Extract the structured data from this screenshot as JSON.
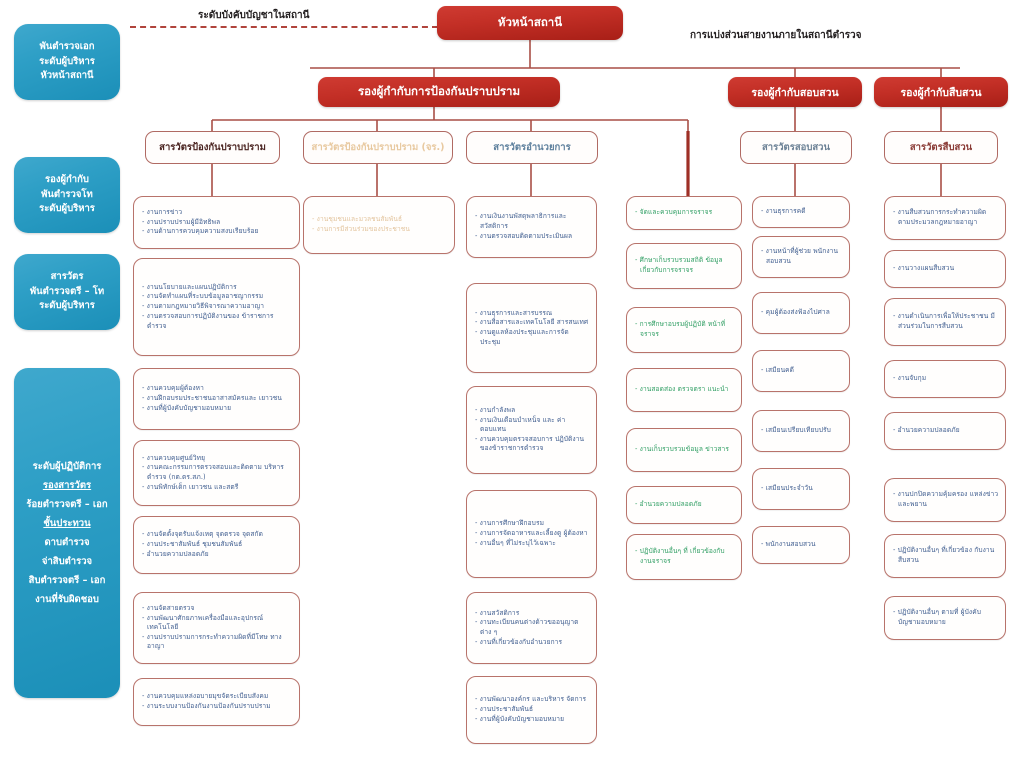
{
  "captions": {
    "left": "ระดับบังคับบัญชาในสถานี",
    "right": "การแบ่งส่วนสายงานภายในสถานีตำรวจ"
  },
  "rail": [
    {
      "name": "rank-station-chief",
      "lines": [
        "พันตำรวจเอก",
        "ระดับผู้บริหาร",
        "หัวหน้าสถานี"
      ]
    },
    {
      "name": "rank-deputy-superintendent",
      "lines": [
        "รองผู้กำกับ",
        "พันตำรวจโท",
        "ระดับผู้บริหาร"
      ]
    },
    {
      "name": "rank-inspector",
      "lines": [
        "สารวัตร",
        "พันตำรวจตรี – โท",
        "ระดับผู้บริหาร"
      ]
    },
    {
      "name": "rank-operations-level",
      "lines": [
        "ระดับผู้ปฏิบัติการ",
        "รองสารวัตร",
        "ร้อยตำรวจตรี – เอก",
        "ชั้นประทวน",
        "ดาบตำรวจ",
        "จ่าสิบตำรวจ",
        "สิบตำรวจตรี – เอก",
        "งานที่รับผิดชอบ"
      ],
      "underline": [
        1,
        3
      ]
    }
  ],
  "top": {
    "station_chief": "หัวหน้าสถานี",
    "deputy_prevention": "รองผู้กำกับการป้องกันปราบปราม",
    "deputy_inquiry": "รองผู้กำกับสอบสวน",
    "deputy_investigation": "รองผู้กำกับสืบสวน"
  },
  "sections": [
    {
      "name": "section-prevention",
      "label": "สารวัตรป้องกันปราบปราม",
      "color": "dark"
    },
    {
      "name": "section-prevention-alt",
      "label": "สารวัตรป้องกันปราบปราม (จร.)",
      "color": "tan"
    },
    {
      "name": "section-administration",
      "label": "สารวัตรอำนวยการ",
      "color": "blue"
    },
    {
      "name": "section-inquiry",
      "label": "สารวัตรสอบสวน",
      "color": "steel"
    },
    {
      "name": "section-investigation",
      "label": "สารวัตรสืบสวน",
      "color": "maroon"
    }
  ],
  "columns": {
    "prevention": [
      {
        "tone": "navy",
        "items": [
          "- งานการข่าว",
          "- งานปราบปรามผู้มีอิทธิพล",
          "- งานด้านการควบคุมความสงบเรียบร้อย"
        ]
      },
      {
        "tone": "navy",
        "items": [
          "- งานนโยบายและแผนปฏิบัติการ",
          "- งานจัดทำแผนที่ระบบข้อมูลอาชญากรรม",
          "- งานตามกฎหมายวิธีพิจารณาความอาญา",
          "- งานตรวจสอบการปฏิบัติงานของ ข้าราชการตำรวจ"
        ]
      },
      {
        "tone": "navy",
        "items": [
          "- งานควบคุมผู้ต้องหา",
          "- งานฝึกอบรมประชาชนอาสาสมัครและ เยาวชน",
          "- งานที่ผู้บังคับบัญชามอบหมาย"
        ]
      },
      {
        "tone": "navy",
        "items": [
          "- งานควบคุมศูนย์วิทยุ",
          "- งานคณะกรรมการตรวจสอบและติดตาม บริหารตำรวจ (กต.ตร.สภ.)",
          "- งานพิทักษ์เด็ก เยาวชน และสตรี"
        ]
      },
      {
        "tone": "navy",
        "items": [
          "- งานจัดตั้งจุดรับแจ้งเหตุ จุดตรวจ จุดสกัด",
          "- งานประชาสัมพันธ์ ชุมชนสัมพันธ์",
          "- อำนวยความปลอดภัย"
        ]
      },
      {
        "tone": "navy",
        "items": [
          "- งานจัดสายตรวจ",
          "- งานพัฒนาศักยภาพเครื่องมือและอุปกรณ์ เทคโนโลยี",
          "- งานปราบปรามการกระทำความผิดที่มีโทษ ทางอาญา"
        ]
      },
      {
        "tone": "navy",
        "items": [
          "- งานควบคุมแหล่งอบายมุขจัดระเบียบสังคม",
          "- งานระบบงานป้องกันงานป้องกันปราบปราม"
        ]
      }
    ],
    "prevention_alt": [
      {
        "tone": "tan",
        "items": [
          "- งานชุมชนและมวลชนสัมพันธ์",
          "- งานการมีส่วนร่วมของประชาชน"
        ]
      }
    ],
    "administration": [
      {
        "tone": "navy",
        "items": [
          "- งานเงินงานพัสดุพลาธิการและ สวัสดิการ",
          "- งานตรวจสอบติดตามประเมินผล"
        ]
      },
      {
        "tone": "navy",
        "items": [
          "- งานธุรการและสารบรรณ",
          "- งานสื่อสารและเทคโนโลยี สารสนเทศ",
          "- งานดูแลห้องประชุมและการจัด ประชุม"
        ]
      },
      {
        "tone": "navy",
        "items": [
          "- งานกำลังพล",
          "- งานเงินเดือนบำเหน็จ และ ค่าตอบแทน",
          "- งานควบคุมตรวจสอบการ ปฏิบัติงานของข้าราชการตำรวจ"
        ]
      },
      {
        "tone": "navy",
        "items": [
          "- งานการศึกษาฝึกอบรม",
          "- งานการจัดอาหารและเลี้ยงดู ผู้ต้องหา",
          "- งานอื่นๆ ที่ไม่ระบุไว้เฉพาะ"
        ]
      },
      {
        "tone": "navy",
        "items": [
          "- งานสวัสดิการ",
          "- งานทะเบียนคนต่างด้าวขออนุญาต ต่าง ๆ",
          "- งานที่เกี่ยวข้องกับอำนวยการ"
        ]
      },
      {
        "tone": "navy",
        "items": [
          "- งานพัฒนาองค์กร และบริหาร จัดการ",
          "- งานประชาสัมพันธ์",
          "- งานที่ผู้บังคับบัญชามอบหมาย"
        ]
      }
    ],
    "traffic": [
      {
        "tone": "green",
        "items": [
          "- จัดและควบคุมการจราจร"
        ]
      },
      {
        "tone": "green",
        "items": [
          "- ศึกษาเก็บรวบรวมสถิติ ข้อมูลเกี่ยวกับการจราจร"
        ]
      },
      {
        "tone": "green",
        "items": [
          "- การศึกษาอบรมผู้ปฏิบัติ หน้าที่จราจร"
        ]
      },
      {
        "tone": "green",
        "items": [
          "- งานสอดส่อง ตรวจตรา แนะนำ"
        ]
      },
      {
        "tone": "green",
        "items": [
          "- งานเก็บรวบรวมข้อมูล ข่าวสาร"
        ]
      },
      {
        "tone": "green",
        "items": [
          "- อำนวยความปลอดภัย"
        ]
      },
      {
        "tone": "green",
        "items": [
          "- ปฏิบัติงานอื่นๆ ที่ เกี่ยวข้องกับงานจราจร"
        ]
      }
    ],
    "inquiry": [
      {
        "tone": "navy",
        "items": [
          "- งานธุรการคดี"
        ]
      },
      {
        "tone": "navy",
        "items": [
          "- งานหน้าที่ผู้ช่วย พนักงานสอบสวน"
        ]
      },
      {
        "tone": "navy",
        "items": [
          "- คุมผู้ต้องส่งฟ้องไปศาล"
        ]
      },
      {
        "tone": "navy",
        "items": [
          "- เสมียนคดี"
        ]
      },
      {
        "tone": "navy",
        "items": [
          "- เสมียนเปรียบเทียบปรับ"
        ]
      },
      {
        "tone": "navy",
        "items": [
          "- เสมียนประจำวัน"
        ]
      },
      {
        "tone": "navy",
        "items": [
          "- พนักงานสอบสวน"
        ]
      }
    ],
    "investigation": [
      {
        "tone": "navy",
        "items": [
          "- งานสืบสวนการกระทำความผิด ตามประมวลกฎหมายอาญา"
        ]
      },
      {
        "tone": "navy",
        "items": [
          "- งานวางแผนสืบสวน"
        ]
      },
      {
        "tone": "navy",
        "items": [
          "- งานดำเนินการเพื่อให้ประชาชน มีส่วนร่วมในการสืบสวน"
        ]
      },
      {
        "tone": "navy",
        "items": [
          "- งานจับกุม"
        ]
      },
      {
        "tone": "navy",
        "items": [
          "- อำนวยความปลอดภัย"
        ]
      },
      {
        "tone": "navy",
        "items": [
          "- งานปกปิดความคุ้มครอง แหล่งข่าวและพยาน"
        ]
      },
      {
        "tone": "navy",
        "items": [
          "- ปฏิบัติงานอื่นๆ ที่เกี่ยวข้อง กับงานสืบสวน"
        ]
      },
      {
        "tone": "navy",
        "items": [
          "- ปฏิบัติงานอื่นๆ ตามที่ ผู้บังคับบัญชามอบหมาย"
        ]
      }
    ]
  },
  "colors": {
    "rail_blue": "#2e9fc6",
    "header_red": "#c32f26",
    "box_border": "#b8736b",
    "traffic_green": "#2f9e63",
    "alt_tan": "#e3c49d",
    "body_text": "#6a6fa0"
  }
}
